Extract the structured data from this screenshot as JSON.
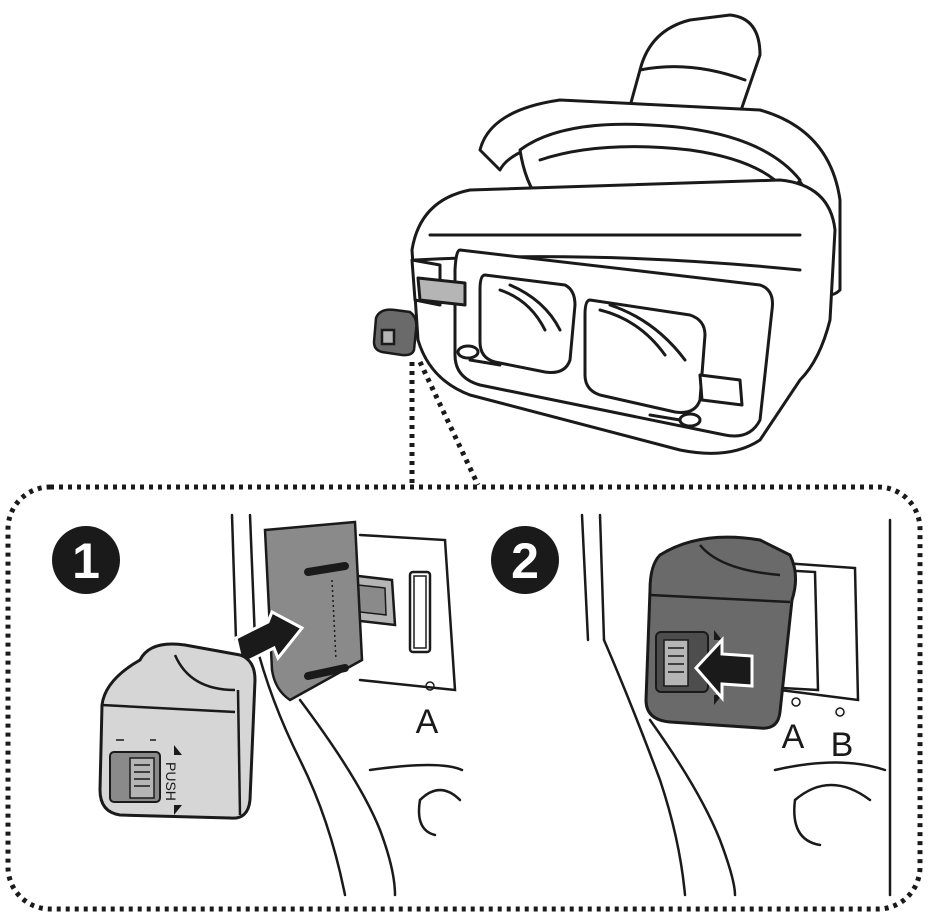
{
  "steps": [
    {
      "number": "1"
    },
    {
      "number": "2"
    }
  ],
  "step1": {
    "slot_label": "A",
    "cover_text": "PUSH"
  },
  "step2": {
    "slot_label_a": "A",
    "slot_label_b": "B"
  },
  "colors": {
    "ink": "#1a1a1a",
    "cover_gray": "#8a8a8a",
    "cover_light": "#b5b5b5",
    "cover_dark": "#6a6a6a",
    "background": "#ffffff"
  },
  "icons": [
    "vr-headset-illustration",
    "usb-cover-icon",
    "push-arrow-icon",
    "slide-arrow-icon"
  ]
}
